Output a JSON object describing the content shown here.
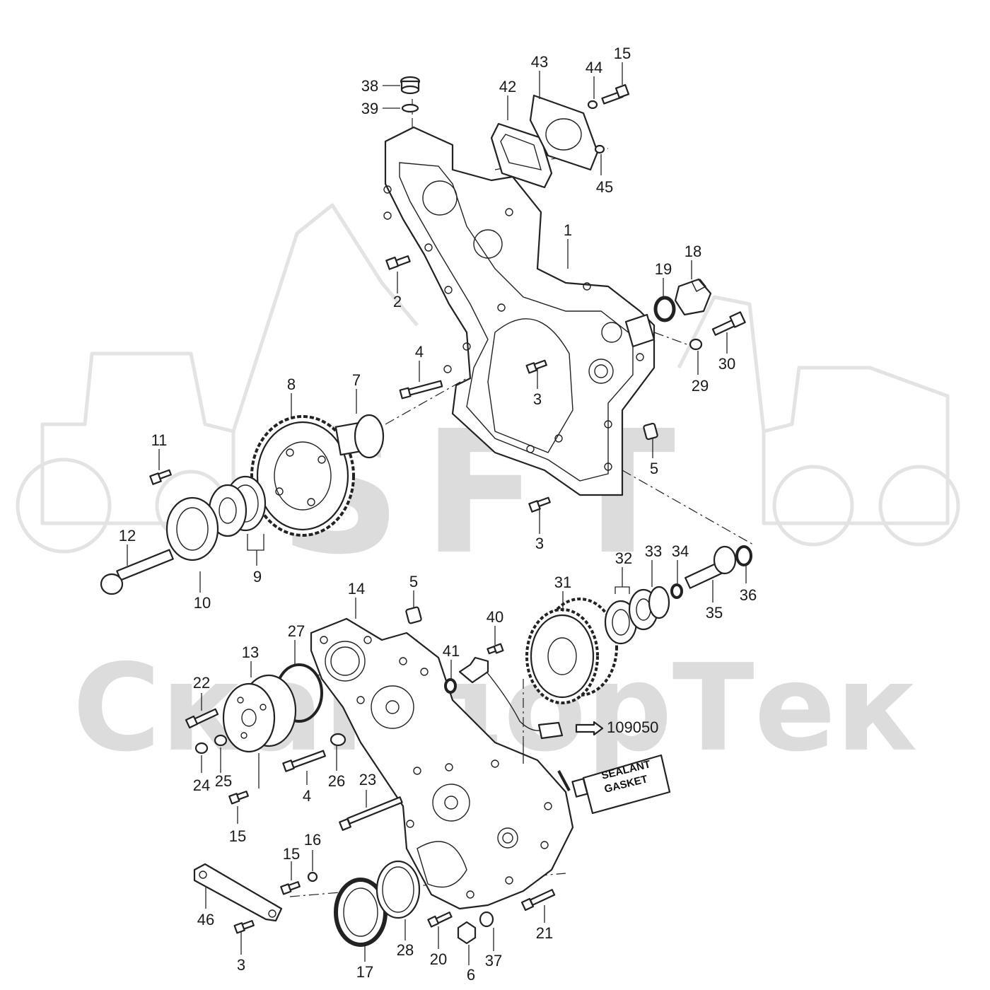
{
  "watermark": {
    "brand": "SFT",
    "company": "СкандорТек"
  },
  "sealant_tube": {
    "line1": "SEALANT",
    "line2": "GASKET"
  },
  "callouts": [
    {
      "id": "c-38",
      "label": "38"
    },
    {
      "id": "c-39",
      "label": "39"
    },
    {
      "id": "c-42",
      "label": "42"
    },
    {
      "id": "c-43",
      "label": "43"
    },
    {
      "id": "c-44",
      "label": "44"
    },
    {
      "id": "c-15a",
      "label": "15"
    },
    {
      "id": "c-45",
      "label": "45"
    },
    {
      "id": "c-1",
      "label": "1"
    },
    {
      "id": "c-18",
      "label": "18"
    },
    {
      "id": "c-19",
      "label": "19"
    },
    {
      "id": "c-2",
      "label": "2"
    },
    {
      "id": "c-30",
      "label": "30"
    },
    {
      "id": "c-29",
      "label": "29"
    },
    {
      "id": "c-4a",
      "label": "4"
    },
    {
      "id": "c-3a",
      "label": "3"
    },
    {
      "id": "c-8",
      "label": "8"
    },
    {
      "id": "c-7",
      "label": "7"
    },
    {
      "id": "c-11",
      "label": "11"
    },
    {
      "id": "c-5a",
      "label": "5"
    },
    {
      "id": "c-12",
      "label": "12"
    },
    {
      "id": "c-3b",
      "label": "3"
    },
    {
      "id": "c-10",
      "label": "10"
    },
    {
      "id": "c-9",
      "label": "9"
    },
    {
      "id": "c-32",
      "label": "32"
    },
    {
      "id": "c-33",
      "label": "33"
    },
    {
      "id": "c-34",
      "label": "34"
    },
    {
      "id": "c-31",
      "label": "31"
    },
    {
      "id": "c-36",
      "label": "36"
    },
    {
      "id": "c-35",
      "label": "35"
    },
    {
      "id": "c-14",
      "label": "14"
    },
    {
      "id": "c-5b",
      "label": "5"
    },
    {
      "id": "c-40",
      "label": "40"
    },
    {
      "id": "c-27",
      "label": "27"
    },
    {
      "id": "c-13",
      "label": "13"
    },
    {
      "id": "c-41",
      "label": "41"
    },
    {
      "id": "c-22",
      "label": "22"
    },
    {
      "id": "c-109050",
      "label": "109050"
    },
    {
      "id": "c-24",
      "label": "24"
    },
    {
      "id": "c-25",
      "label": "25"
    },
    {
      "id": "c-26",
      "label": "26"
    },
    {
      "id": "c-4b",
      "label": "4"
    },
    {
      "id": "c-23",
      "label": "23"
    },
    {
      "id": "c-15b",
      "label": "15"
    },
    {
      "id": "c-16",
      "label": "16"
    },
    {
      "id": "c-15c",
      "label": "15"
    },
    {
      "id": "c-46",
      "label": "46"
    },
    {
      "id": "c-21",
      "label": "21"
    },
    {
      "id": "c-28",
      "label": "28"
    },
    {
      "id": "c-20",
      "label": "20"
    },
    {
      "id": "c-37",
      "label": "37"
    },
    {
      "id": "c-3c",
      "label": "3"
    },
    {
      "id": "c-17",
      "label": "17"
    },
    {
      "id": "c-6",
      "label": "6"
    }
  ]
}
